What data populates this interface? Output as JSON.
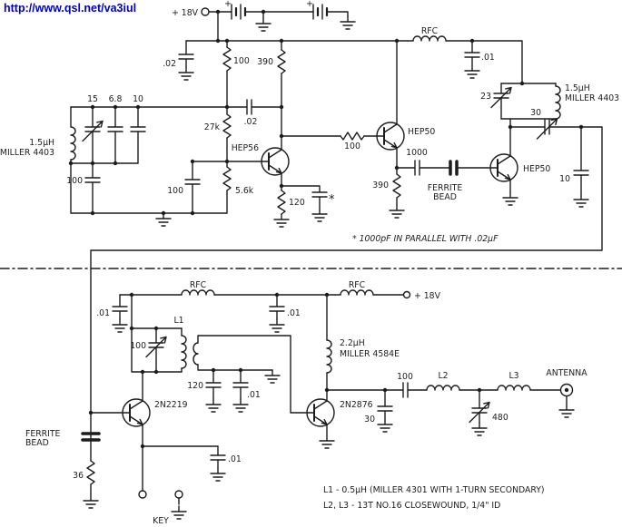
{
  "page": {
    "url_watermark": "http://www.qsl.net/va3iul"
  },
  "colors": {
    "ink": "#1c1c1c",
    "url_blue": "#0000bf",
    "paper": "#ffffff"
  },
  "top": {
    "supply": "+ 18V",
    "battery_plus": "+",
    "rfc": "RFC",
    "q1": "HEP56",
    "q2": "HEP50",
    "q3": "HEP50",
    "c_02_rail": ".02",
    "r_100_feed": "100",
    "c_02_fb": ".02",
    "r_27k": "27k",
    "r_390_col": "390",
    "c_01_rail": ".01",
    "c_23": "23",
    "coil_out_1": "1.5µH",
    "coil_out_2": "MILLER 4403",
    "c_15": "15",
    "c_68": "6.8",
    "c_10_tank": "10",
    "coil_osc_1": "1.5µH",
    "coil_osc_2": "MILLER 4403",
    "c_100_tank": "100",
    "c_100_div": "100",
    "r_56k": "5.6k",
    "r_120": "120",
    "c_star": "*",
    "r_100_cpl": "100",
    "c_1000": "1000",
    "r_390_em": "390",
    "ferrite_1": "FERRITE",
    "ferrite_2": "BEAD",
    "c_30": "30",
    "c_10_out": "10",
    "note": "* 1000pF IN PARALLEL WITH .02µF"
  },
  "bottom": {
    "supply": "+ 18V",
    "rfc1": "RFC",
    "rfc2": "RFC",
    "q4": "2N2219",
    "q5": "2N2876",
    "c_01_a": ".01",
    "c_01_b": ".01",
    "l1": "L1",
    "c_100_tune": "100",
    "c_120": "120",
    "c_01_sec": ".01",
    "coil_22_1": "2.2µH",
    "coil_22_2": "MILLER 4584E",
    "c_30": "30",
    "c_100_out": "100",
    "l2": "L2",
    "l3": "L3",
    "antenna": "ANTENNA",
    "c_480": "480",
    "ferrite_1": "FERRITE",
    "ferrite_2": "BEAD",
    "r_36": "36",
    "c_01_key": ".01",
    "key": "KEY",
    "note1": "L1 - 0.5µH (MILLER 4301 WITH 1-TURN SECONDARY)",
    "note2": "L2, L3 - 13T NO.16 CLOSEWOUND, 1/4\" ID"
  }
}
